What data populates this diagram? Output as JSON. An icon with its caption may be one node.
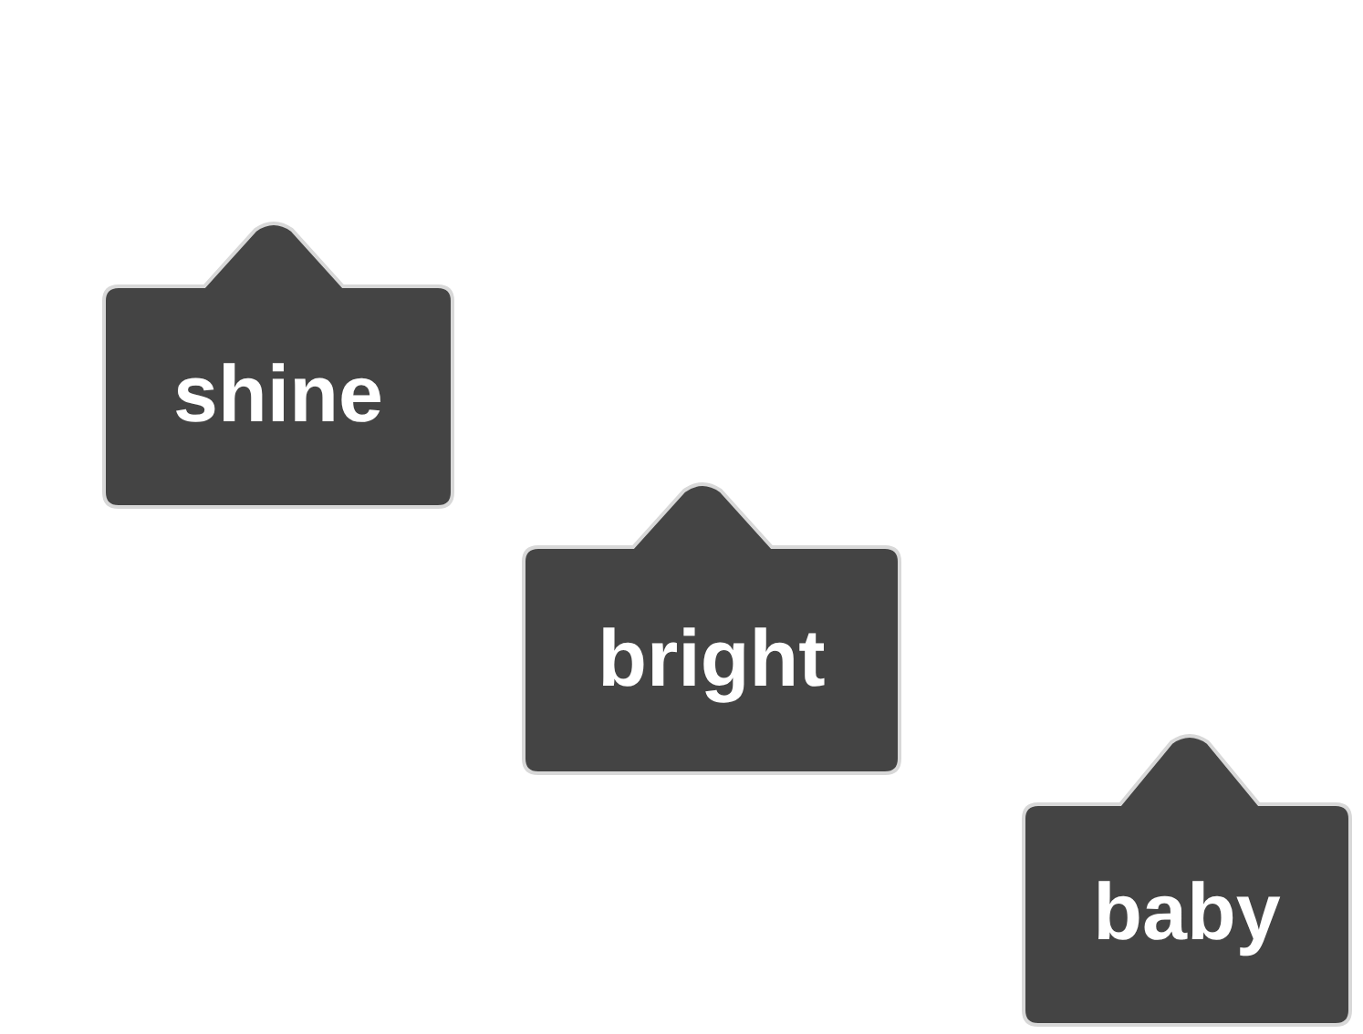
{
  "diagram": {
    "nodes": [
      {
        "text": [
          "shine"
        ]
      },
      {
        "text": [
          "bright"
        ]
      },
      {
        "text": [
          "baby"
        ]
      }
    ]
  }
}
